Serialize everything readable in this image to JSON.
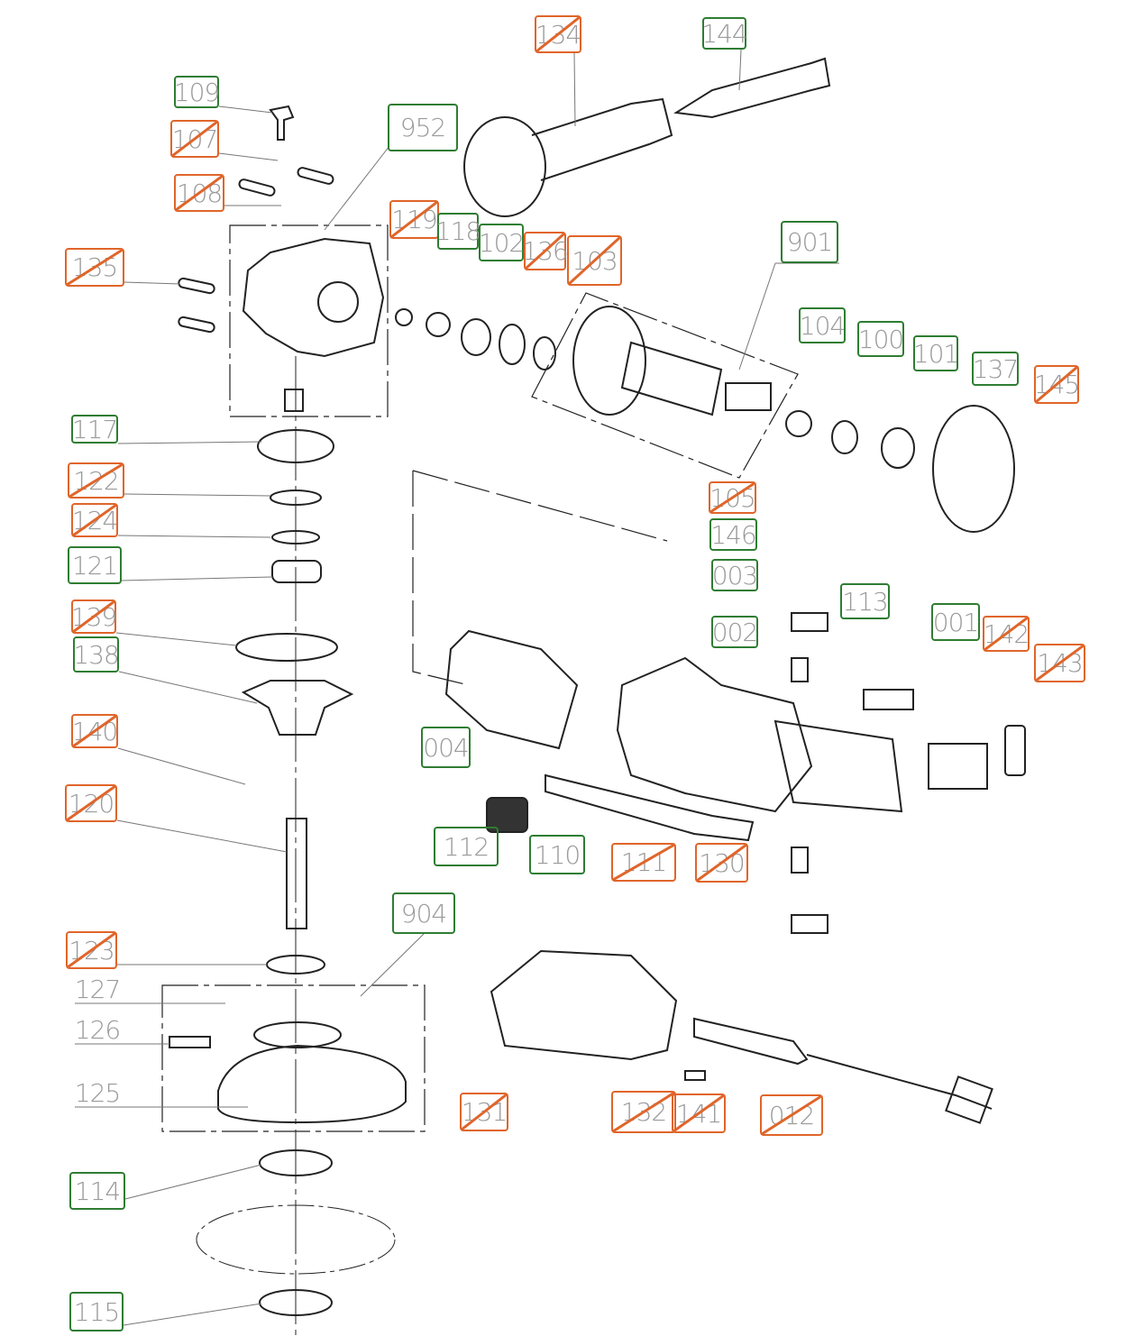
{
  "colors": {
    "available": "#2e7d32",
    "unavailable": "#e0652a",
    "text": "#9a9a9a",
    "line": "#222222"
  },
  "legend_meaning": null,
  "labels": [
    {
      "id": "134",
      "status": "crossed"
    },
    {
      "id": "144",
      "status": "available"
    },
    {
      "id": "109",
      "status": "available"
    },
    {
      "id": "107",
      "status": "crossed"
    },
    {
      "id": "952",
      "status": "available"
    },
    {
      "id": "108",
      "status": "crossed"
    },
    {
      "id": "135",
      "status": "crossed"
    },
    {
      "id": "119",
      "status": "crossed"
    },
    {
      "id": "118",
      "status": "available"
    },
    {
      "id": "102",
      "status": "available"
    },
    {
      "id": "136",
      "status": "crossed"
    },
    {
      "id": "103",
      "status": "crossed"
    },
    {
      "id": "901",
      "status": "available"
    },
    {
      "id": "104",
      "status": "available"
    },
    {
      "id": "100",
      "status": "available"
    },
    {
      "id": "101",
      "status": "available"
    },
    {
      "id": "137",
      "status": "available"
    },
    {
      "id": "145",
      "status": "crossed"
    },
    {
      "id": "117",
      "status": "available"
    },
    {
      "id": "122",
      "status": "crossed"
    },
    {
      "id": "105",
      "status": "crossed"
    },
    {
      "id": "124",
      "status": "crossed"
    },
    {
      "id": "146",
      "status": "available"
    },
    {
      "id": "121",
      "status": "available"
    },
    {
      "id": "003",
      "status": "available"
    },
    {
      "id": "113",
      "status": "available"
    },
    {
      "id": "139",
      "status": "crossed"
    },
    {
      "id": "001",
      "status": "available"
    },
    {
      "id": "142",
      "status": "crossed"
    },
    {
      "id": "002",
      "status": "available"
    },
    {
      "id": "138",
      "status": "available"
    },
    {
      "id": "143",
      "status": "crossed"
    },
    {
      "id": "140",
      "status": "crossed"
    },
    {
      "id": "004",
      "status": "available"
    },
    {
      "id": "120",
      "status": "crossed"
    },
    {
      "id": "112",
      "status": "available"
    },
    {
      "id": "110",
      "status": "available"
    },
    {
      "id": "111",
      "status": "crossed"
    },
    {
      "id": "130",
      "status": "crossed"
    },
    {
      "id": "904",
      "status": "available"
    },
    {
      "id": "123",
      "status": "crossed"
    },
    {
      "id": "127",
      "status": "plain"
    },
    {
      "id": "126",
      "status": "plain"
    },
    {
      "id": "125",
      "status": "plain"
    },
    {
      "id": "131",
      "status": "crossed"
    },
    {
      "id": "132",
      "status": "crossed"
    },
    {
      "id": "141",
      "status": "crossed"
    },
    {
      "id": "012",
      "status": "crossed"
    },
    {
      "id": "114",
      "status": "available"
    },
    {
      "id": "115",
      "status": "available"
    }
  ]
}
